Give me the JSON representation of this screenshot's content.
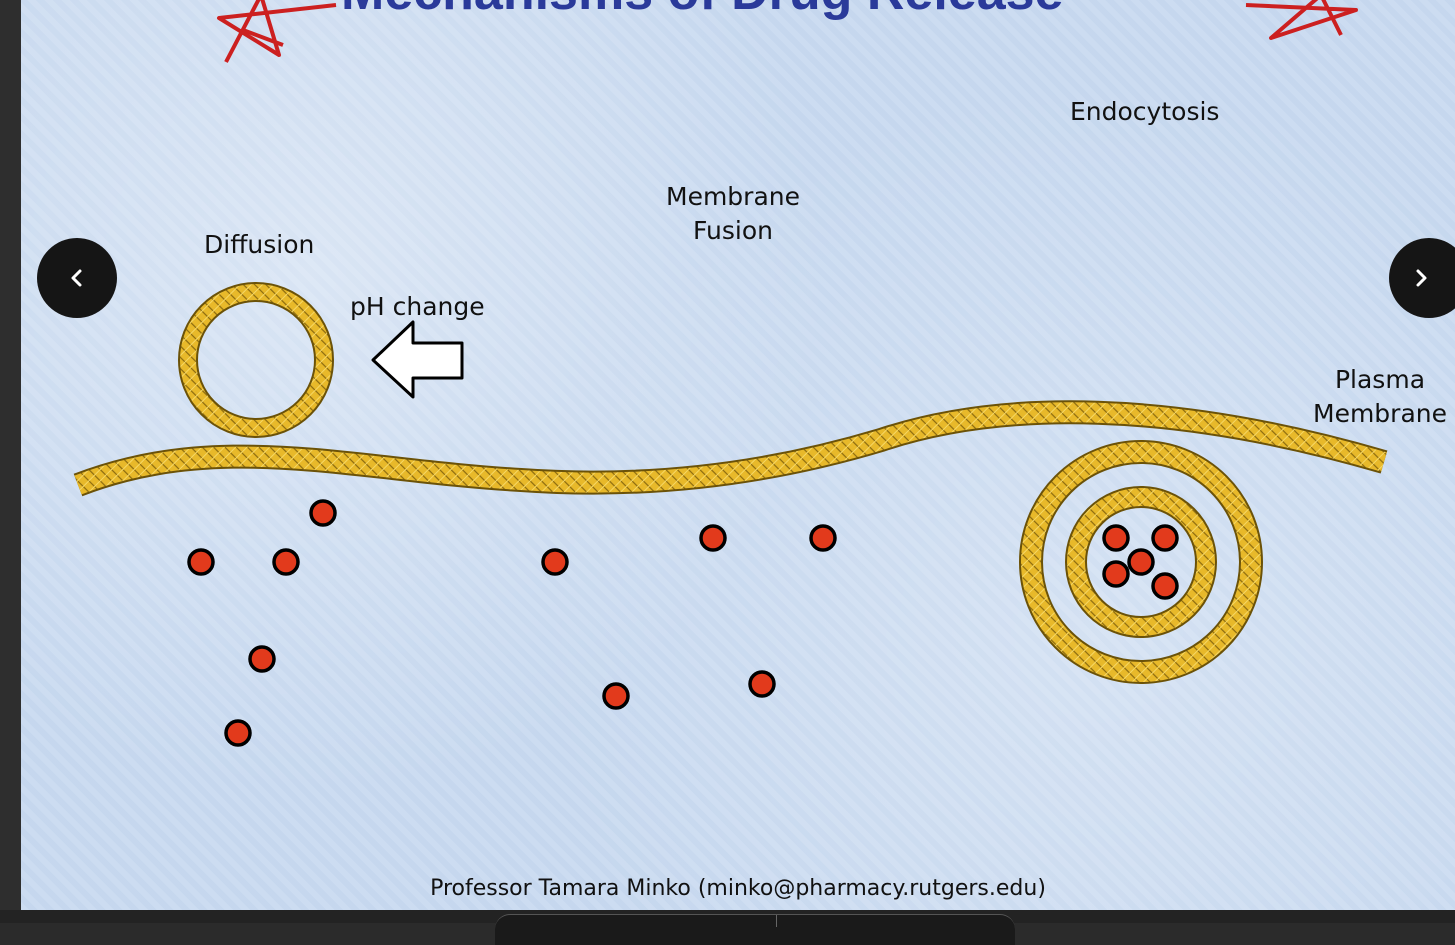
{
  "slide": {
    "title": "Mechanisms of Drug Release",
    "labels": {
      "diffusion": "Diffusion",
      "ph_change": "pH change",
      "membrane_fusion_line1": "Membrane",
      "membrane_fusion_line2": "Fusion",
      "endocytosis": "Endocytosis",
      "plasma_membrane_line1": "Plasma",
      "plasma_membrane_line2": "Membrane"
    },
    "footer": "Professor Tamara Minko (minko@pharmacy.rutgers.edu)"
  },
  "navigation": {
    "prev_icon": "chevron-left-icon",
    "next_icon": "chevron-right-icon"
  },
  "colors": {
    "membrane": "#e8b92a",
    "drug": "#e23a1c",
    "title": "#2a3a9a",
    "star": "#cc2020"
  }
}
